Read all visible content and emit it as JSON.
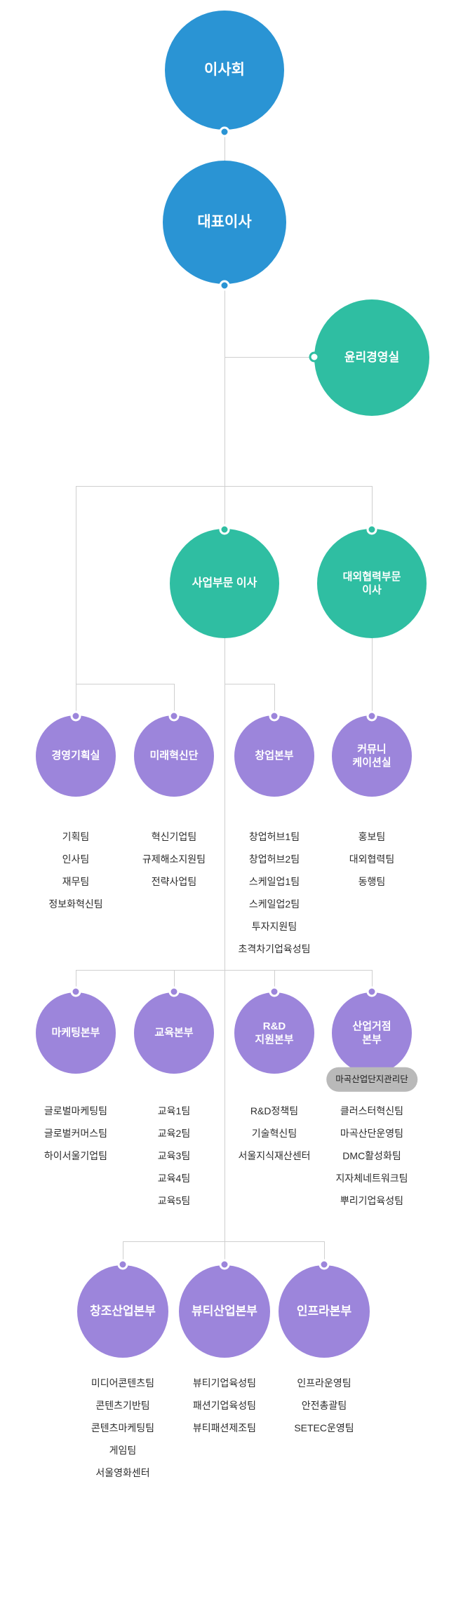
{
  "colors": {
    "blue": "#2A94D4",
    "teal": "#2FBEA2",
    "purple": "#9C85DB",
    "connector_line": "#CFCFCF",
    "list_text": "#2D2D2D",
    "badge_bg": "#B9B9B9",
    "background": "#FFFFFF"
  },
  "org": {
    "board": {
      "label": "이사회"
    },
    "ceo": {
      "label": "대표이사"
    },
    "ethics": {
      "label": "윤리경영실"
    },
    "business_director": {
      "label": "사업부문 이사"
    },
    "external_director": {
      "lines": [
        "대외협력부문",
        "이사"
      ]
    },
    "row1": [
      {
        "label": "경영기획실",
        "teams": [
          "기획팀",
          "인사팀",
          "재무팀",
          "정보화혁신팀"
        ]
      },
      {
        "label": "미래혁신단",
        "teams": [
          "혁신기업팀",
          "규제해소지원팀",
          "전략사업팀"
        ]
      },
      {
        "label": "창업본부",
        "teams": [
          "창업허브1팀",
          "창업허브2팀",
          "스케일업1팀",
          "스케일업2팀",
          "투자지원팀",
          "초격차기업육성팀"
        ]
      },
      {
        "lines": [
          "커뮤니",
          "케이션실"
        ],
        "teams": [
          "홍보팀",
          "대외협력팀",
          "동행팀"
        ]
      }
    ],
    "row2": [
      {
        "label": "마케팅본부",
        "teams": [
          "글로벌마케팅팀",
          "글로벌커머스팀",
          "하이서울기업팀"
        ]
      },
      {
        "label": "교육본부",
        "teams": [
          "교육1팀",
          "교육2팀",
          "교육3팀",
          "교육4팀",
          "교육5팀"
        ]
      },
      {
        "lines": [
          "R&D",
          "지원본부"
        ],
        "teams": [
          "R&D정책팀",
          "기술혁신팀",
          "서울지식재산센터"
        ]
      },
      {
        "lines": [
          "산업거점",
          "본부"
        ],
        "badge": "마곡산업단지관리단",
        "teams": [
          "클러스터혁신팀",
          "마곡산단운영팀",
          "DMC활성화팀",
          "지자체네트워크팀",
          "뿌리기업육성팀"
        ]
      }
    ],
    "row3": [
      {
        "label": "창조산업본부",
        "teams": [
          "미디어콘텐츠팀",
          "콘텐츠기반팀",
          "콘텐츠마케팅팀",
          "게임팀",
          "서울영화센터"
        ]
      },
      {
        "label": "뷰티산업본부",
        "teams": [
          "뷰티기업육성팀",
          "패션기업육성팀",
          "뷰티패션제조팀"
        ]
      },
      {
        "label": "인프라본부",
        "teams": [
          "인프라운영팀",
          "안전총괄팀",
          "SETEC운영팀"
        ]
      }
    ]
  }
}
